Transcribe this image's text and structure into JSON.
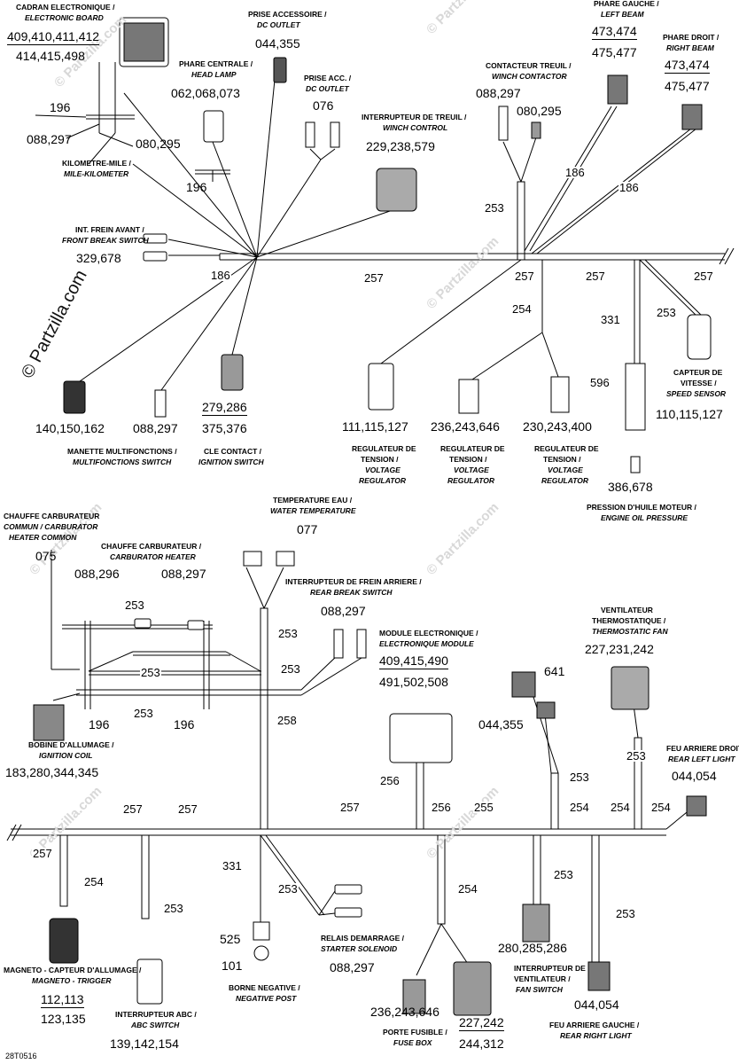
{
  "watermark": "© Partzilla.com",
  "diagram_code": "28T0516",
  "top_labels": {
    "cadran_fr": "CADRAN ELECTRONIQUE /",
    "cadran_en": "ELECTRONIC BOARD",
    "cadran_n1": "409,410,411,412",
    "cadran_n2": "414,415,498",
    "prise_fr": "PRISE ACCESSOIRE /",
    "prise_en": "DC OUTLET",
    "prise_n": "044,355",
    "phare_c_fr": "PHARE CENTRALE /",
    "phare_c_en": "HEAD LAMP",
    "phare_c_n": "062,068,073",
    "prise_acc_fr": "PRISE ACC. /",
    "prise_acc_en": "DC OUTLET",
    "prise_acc_n": "076",
    "treuil_fr": "INTERRUPTEUR DE TREUIL /",
    "treuil_en": "WINCH CONTROL",
    "treuil_n": "229,238,579",
    "contacteur_fr": "CONTACTEUR TREUIL /",
    "contacteur_en": "WINCH CONTACTOR",
    "contacteur_n1": "088,297",
    "contacteur_n2": "080,295",
    "phare_g_fr": "PHARE GAUCHE /",
    "phare_g_en": "LEFT BEAM",
    "phare_g_n1": "473,474",
    "phare_g_n2": "475,477",
    "phare_d_fr": "PHARE DROIT /",
    "phare_d_en": "RIGHT BEAM",
    "phare_d_n1": "473,474",
    "phare_d_n2": "475,477",
    "n196a": "196",
    "n088a": "088,297",
    "n080a": "080,295",
    "km_fr": "KILOMETRE-MILE /",
    "km_en": "MILE-KILOMETER",
    "n196b": "196",
    "frein_fr": "INT. FREIN AVANT /",
    "frein_en": "FRONT BREAK SWITCH",
    "frein_n": "329,678",
    "w186a": "186",
    "w186b": "186",
    "w186c": "186",
    "w253a": "253",
    "w257a": "257",
    "w257b": "257",
    "w257c": "257",
    "w257d": "257",
    "w254a": "254",
    "w331a": "331",
    "w253b": "253",
    "w596": "596",
    "vitesse_fr": "CAPTEUR DE",
    "vitesse_fr2": "VITESSE /",
    "vitesse_en": "SPEED SENSOR",
    "vitesse_n": "110,115,127",
    "manette_n": "140,150,162",
    "n088b": "088,297",
    "cle_n1": "279,286",
    "cle_n2": "375,376",
    "manette_fr": "MANETTE MULTIFONCTIONS /",
    "manette_en": "MULTIFONCTIONS SWITCH",
    "cle_fr": "CLE CONTACT /",
    "cle_en": "IGNITION SWITCH",
    "reg1_n": "111,115,127",
    "reg2_n": "236,243,646",
    "reg3_n": "230,243,400",
    "reg_fr1": "REGULATEUR DE",
    "reg_fr2": "TENSION /",
    "reg_en1": "VOLTAGE",
    "reg_en2": "REGULATOR",
    "huile_n": "386,678",
    "huile_fr": "PRESSION D'HUILE MOTEUR /",
    "huile_en": "ENGINE OIL PRESSURE"
  },
  "bottom_labels": {
    "temp_fr": "TEMPERATURE EAU /",
    "temp_en": "WATER TEMPERATURE",
    "temp_n": "077",
    "chauffe_c_fr1": "CHAUFFE CARBURATEUR",
    "chauffe_c_fr2": "COMMUN / CARBURATOR",
    "chauffe_c_en": "HEATER COMMON",
    "chauffe_c_n": "075",
    "chauffe_fr": "CHAUFFE CARBURATEUR /",
    "chauffe_en": "CARBURATOR HEATER",
    "chauffe_n1": "088,296",
    "chauffe_n2": "088,297",
    "frein_ar_fr": "INTERRUPTEUR DE FREIN ARRIERE /",
    "frein_ar_en": "REAR BREAK SWITCH",
    "frein_ar_n": "088,297",
    "module_fr": "MODULE ELECTRONIQUE /",
    "module_en": "ELECTRONIQUE MODULE",
    "module_n1": "409,415,490",
    "module_n2": "491,502,508",
    "vent_fr1": "VENTILATEUR",
    "vent_fr2": "THERMOSTATIQUE /",
    "vent_en": "THERMOSTATIC FAN",
    "vent_n": "227,231,242",
    "n641": "641",
    "n044b": "044,355",
    "feu_d_fr": "FEU ARRIERE DROIT /",
    "feu_d_en": "REAR LEFT LIGHT",
    "feu_d_n": "044,054",
    "bobine_fr": "BOBINE D'ALLUMAGE /",
    "bobine_en": "IGNITION COIL",
    "bobine_n": "183,280,344,345",
    "n196c": "196",
    "n196d": "196",
    "w253c": "253",
    "w253d": "253",
    "w253e": "253",
    "w253f": "253",
    "w253g": "253",
    "w258": "258",
    "w256a": "256",
    "w256b": "256",
    "w255": "255",
    "w254b": "254",
    "w254c": "254",
    "w254d": "254",
    "w253h": "253",
    "w253i": "253",
    "w257e": "257",
    "w257f": "257",
    "w257g": "257",
    "w257h": "257",
    "w254e": "254",
    "w253j": "253",
    "w331b": "331",
    "w253k": "253",
    "w254f": "254",
    "w253l": "253",
    "w253m": "253",
    "n525": "525",
    "n101": "101",
    "magneto_fr": "MAGNETO - CAPTEUR D'ALLUMAGE /",
    "magneto_en": "MAGNETO - TRIGGER",
    "magneto_n1": "112,113",
    "magneto_n2": "123,135",
    "abc_fr": "INTERRUPTEUR ABC /",
    "abc_en": "ABC SWITCH",
    "abc_n": "139,142,154",
    "borne_fr": "BORNE NEGATIVE /",
    "borne_en": "NEGATIVE POST",
    "relais_fr": "RELAIS DEMARRAGE /",
    "relais_en": "STARTER SOLENOID",
    "relais_n": "088,297",
    "vent_int_n": "280,285,286",
    "vent_int_fr1": "INTERRUPTEUR DE",
    "vent_int_fr2": "VENTILATEUR /",
    "vent_int_en": "FAN SWITCH",
    "fusible_n1": "236,243,646",
    "fusible_fr": "PORTE FUSIBLE /",
    "fusible_en": "FUSE BOX",
    "fuse_n2": "227,242",
    "fuse_n3": "244,312",
    "feu_g_n": "044,054",
    "feu_g_fr": "FEU ARRIERE GAUCHE /",
    "feu_g_en": "REAR RIGHT LIGHT"
  }
}
